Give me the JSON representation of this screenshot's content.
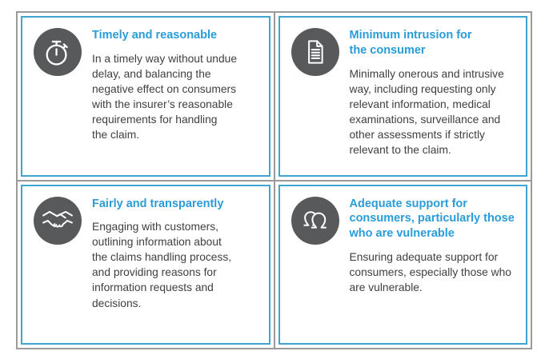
{
  "colors": {
    "outer_line_gray": "#9a9a9a",
    "inner_border_blue": "#3fa6d2",
    "heading_blue": "#2a9cd8",
    "body_text": "#3f3f3f",
    "icon_circle_gray": "#58595b",
    "icon_glyph": "#ffffff",
    "card_background": "#ffffff"
  },
  "cards": [
    {
      "icon": "stopwatch-icon",
      "title": "Timely and reasonable",
      "body": "In a timely way without undue\ndelay, and balancing the\nnegative effect on consumers\nwith the insurer’s reasonable\nrequirements for handling\nthe claim."
    },
    {
      "icon": "document-icon",
      "title": "Minimum intrusion for\nthe consumer",
      "body": "Minimally onerous and intrusive\nway, including requesting only\nrelevant information, medical\nexaminations, surveillance and\nother assessments if strictly\nrelevant to the claim."
    },
    {
      "icon": "handshake-icon",
      "title": "Fairly and transparently",
      "body": "Engaging with customers,\noutlining information about\nthe claims handling process,\nand providing reasons for\ninformation requests and\ndecisions."
    },
    {
      "icon": "people-icon",
      "title": "Adequate support for\nconsumers, particularly those\nwho are vulnerable",
      "body": "Ensuring adequate support for\nconsumers, especially those who\nare vulnerable."
    }
  ]
}
